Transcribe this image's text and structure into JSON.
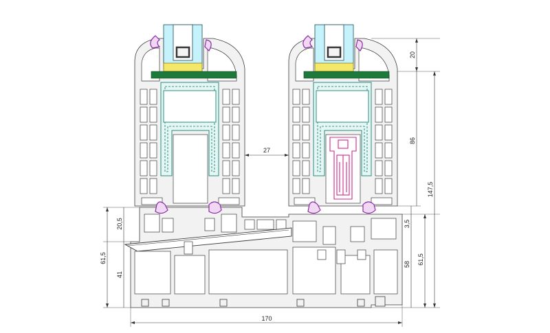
{
  "dimensions": {
    "glass_bead": "20",
    "sash_height": "86",
    "gap_between_sashes": "27",
    "total_height": "147,5",
    "overlap": "3,5",
    "frame_height_right": "61,5",
    "frame_inner_right": "58",
    "frame_height_left": "61,5",
    "frame_sill_left": "41",
    "frame_top_left": "20,5",
    "overall_width": "170"
  },
  "colors": {
    "glass": "#c6f3fb",
    "glazing_spacer": "#f4e86a",
    "glazing_block": "#1e7a3a",
    "gasket": "#8a2aa0",
    "steel_reinforcement": "#2aa198",
    "lock_mechanism": "#d0278a",
    "pvc_profile": "#f2f2f2"
  }
}
